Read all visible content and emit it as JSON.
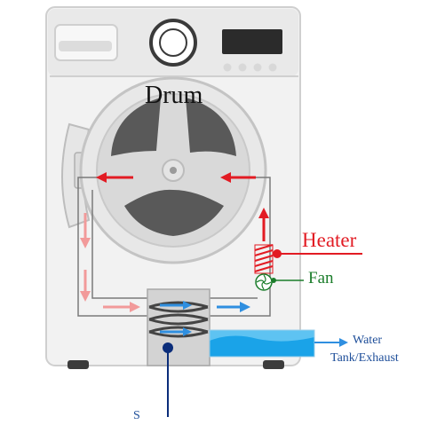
{
  "labels": {
    "drum": "Drum",
    "heater": "Heater",
    "fan": "Fan",
    "water_line1": "Water",
    "water_line2": "Tank/Exhaust",
    "bottom_cut": "S"
  },
  "colors": {
    "hot_air": "#e21b23",
    "cooling_air": "#f29a9a",
    "cool_air": "#2f8fe0",
    "fan": "#1b7d2b",
    "water": "#1aa3e8",
    "pointer": "#0b2d7a"
  }
}
